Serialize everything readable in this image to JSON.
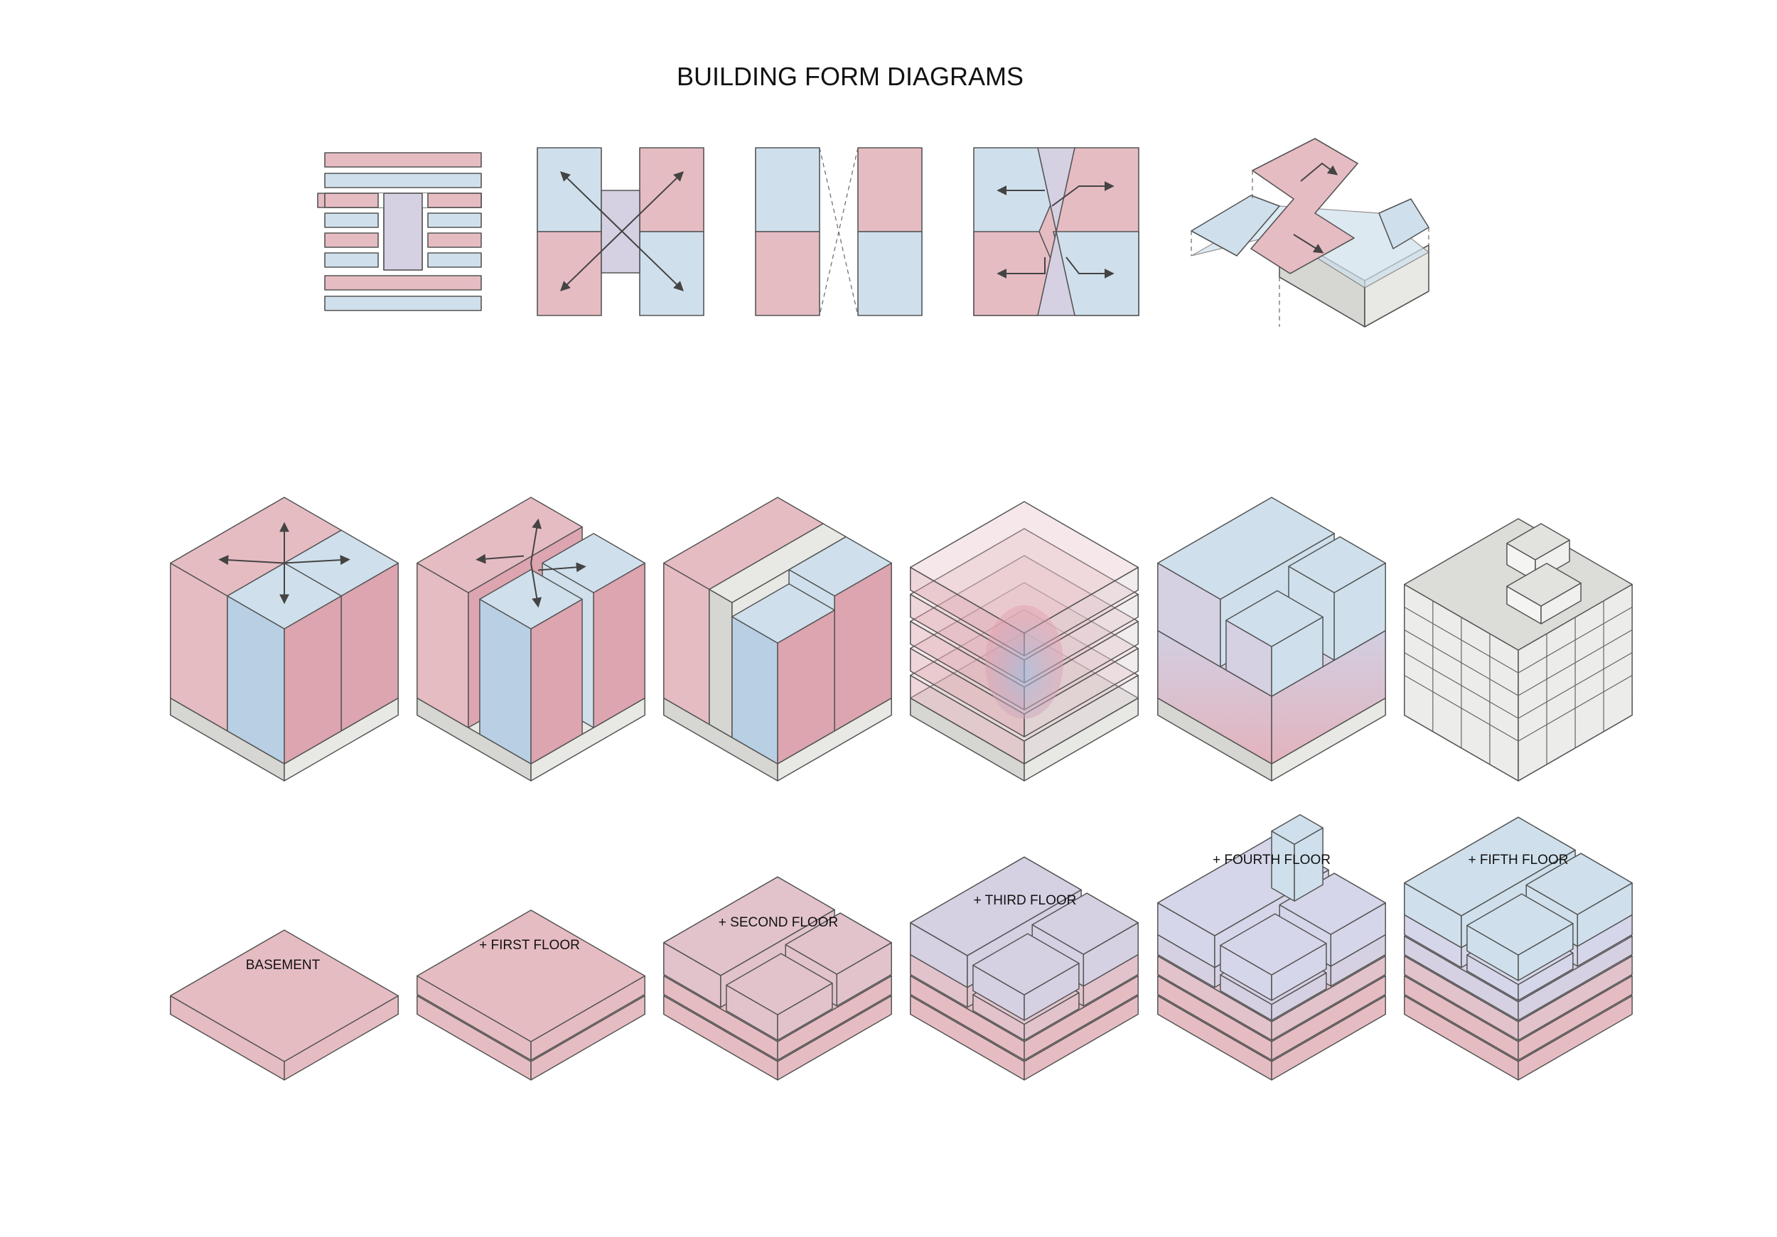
{
  "title": "BUILDING FORM DIAGRAMS",
  "colors": {
    "red": "#e6bcc3",
    "red_dark": "#dca5b0",
    "blue": "#cfe0ec",
    "blue_dark": "#b9cfe4",
    "purple": "#d6d0e3",
    "grey": "#e8e8e4",
    "grey_dark": "#d6d6d2"
  },
  "floor_labels": [
    "BASEMENT",
    "+ FIRST FLOOR",
    "+ SECOND FLOOR",
    "+ THIRD FLOOR",
    "+ FOURTH FLOOR",
    "+ FIFTH FLOOR"
  ]
}
